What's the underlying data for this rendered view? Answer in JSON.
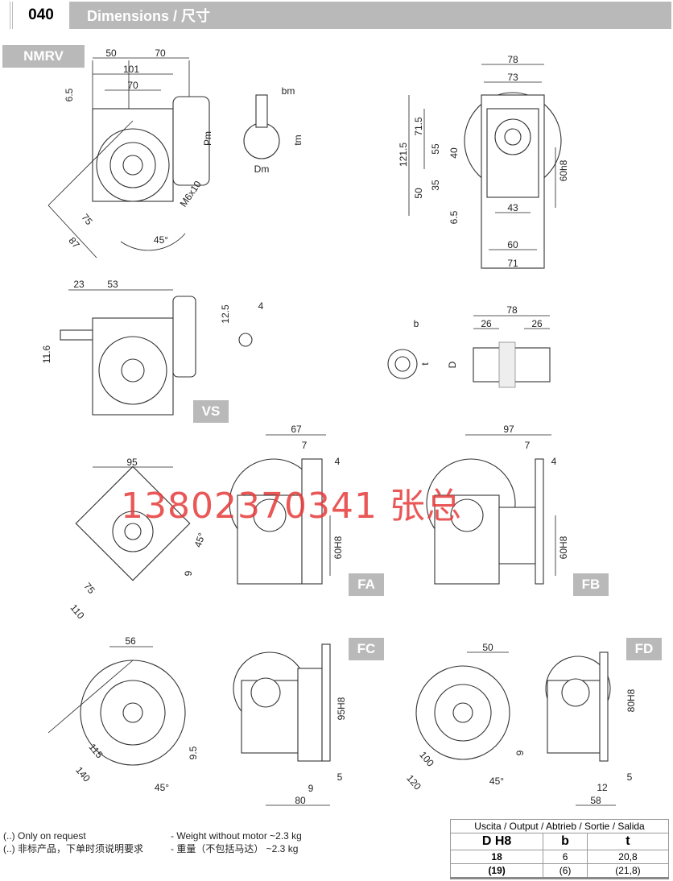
{
  "header": {
    "number": "040",
    "title": "Dimensions / 尺寸"
  },
  "badges": {
    "nmrv": "NMRV",
    "vs": "VS",
    "fa": "FA",
    "fb": "FB",
    "fc": "FC",
    "fd": "FD"
  },
  "watermark": "13802370341 张总",
  "dims": {
    "top": [
      "50",
      "70",
      "101",
      "70",
      "6.5",
      "Pm",
      "bm",
      "tm",
      "Dm",
      "M6x10",
      "75",
      "87",
      "45°"
    ],
    "side": [
      "78",
      "73",
      "121.5",
      "71.5",
      "55",
      "40",
      "50",
      "35",
      "6.5",
      "60h8",
      "43",
      "60",
      "71"
    ],
    "vs": [
      "23",
      "53",
      "11.6",
      "12.5",
      "4"
    ],
    "shaft": [
      "b",
      "t",
      "D",
      "78",
      "26",
      "26"
    ],
    "fa": [
      "95",
      "45°",
      "9",
      "75",
      "110",
      "67",
      "7",
      "4",
      "60H8"
    ],
    "fb": [
      "97",
      "7",
      "4",
      "60H8"
    ],
    "fc": [
      "56",
      "115",
      "140",
      "9.5",
      "45°",
      "95H8",
      "9",
      "5",
      "80"
    ],
    "fd": [
      "50",
      "100",
      "120",
      "9",
      "45°",
      "80H8",
      "12",
      "5",
      "58"
    ]
  },
  "notes": {
    "line1": "(..) Only on request",
    "line2": "(..) 非标产品，下单时须说明要求",
    "weight1": "- Weight without motor ~2.3 kg",
    "weight2": "- 重量（不包括马达）  ~2.3 kg"
  },
  "output_table": {
    "caption": "Uscita / Output / Abtrieb / Sortie / Salida",
    "headers": [
      "D H8",
      "b",
      "t"
    ],
    "rows": [
      [
        "18",
        "6",
        "20,8"
      ],
      [
        "(19)",
        "(6)",
        "(21,8)"
      ]
    ]
  }
}
